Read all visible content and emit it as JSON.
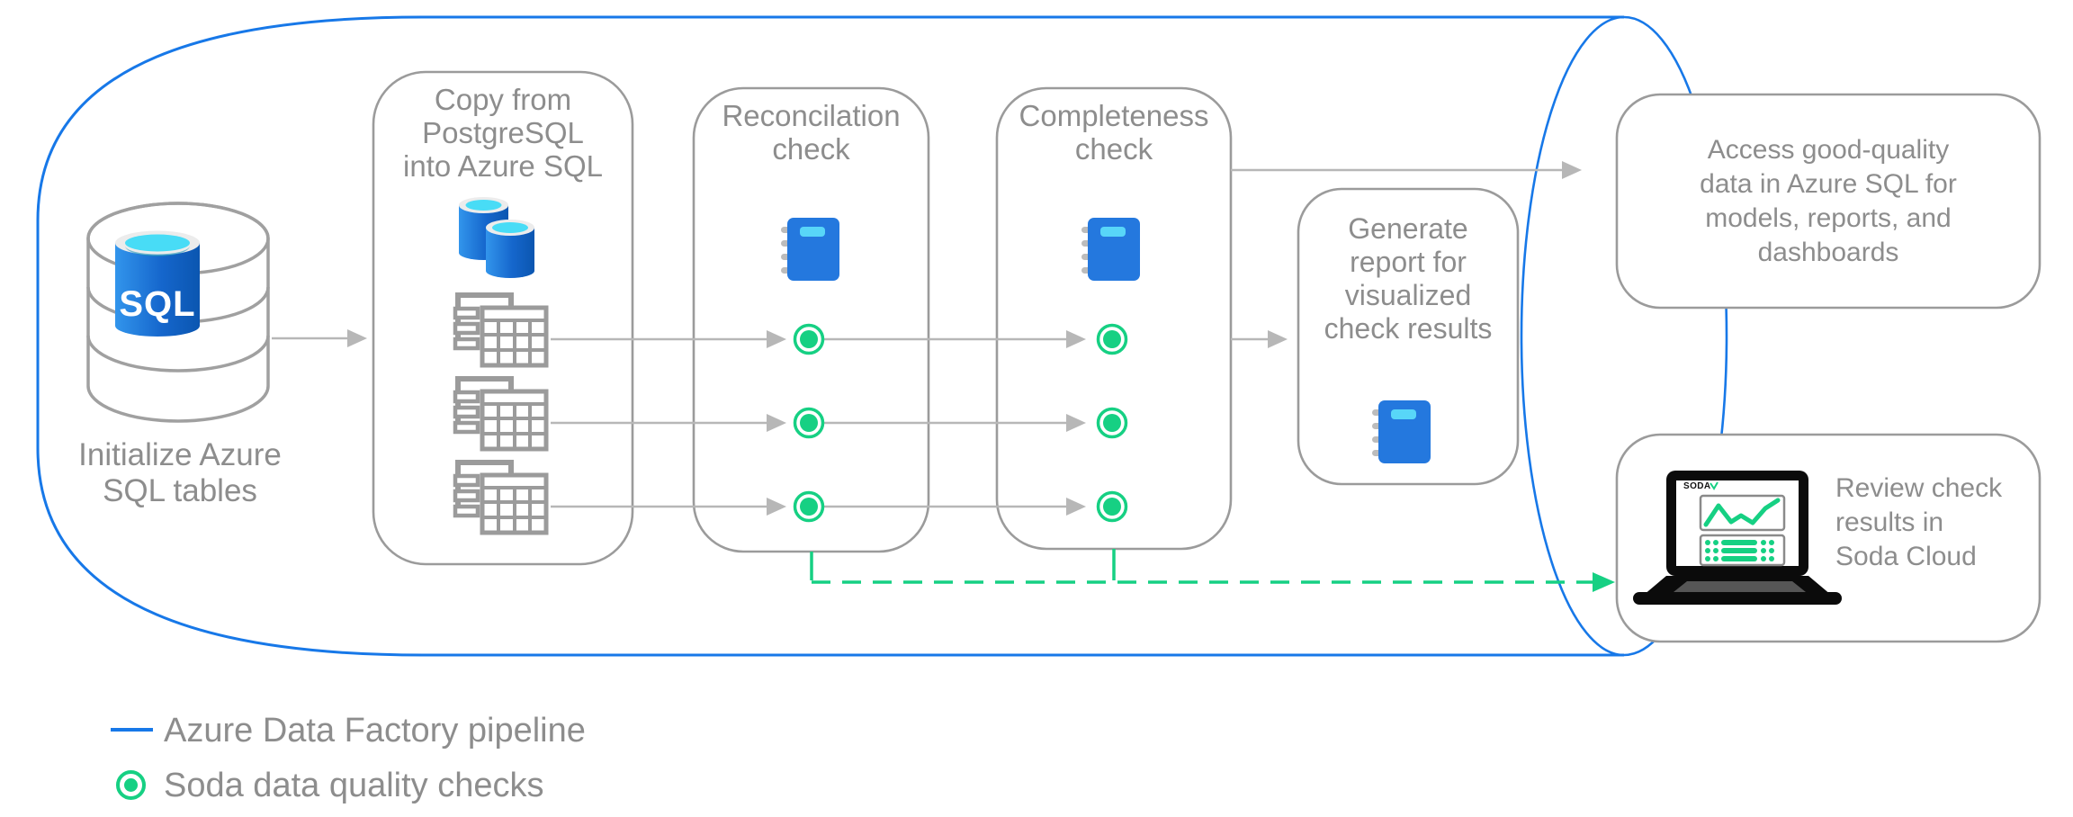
{
  "colors": {
    "pipeline_blue": "#1778e8",
    "soda_green": "#16d083",
    "box_border_gray": "#9b9b9b",
    "arrow_gray": "#b7b7b7",
    "icon_gray": "#9b9b9b",
    "text_gray": "#8d8d8d",
    "notebook_blue": "#2478de",
    "notebook_tab_cyan": "#58d6f8",
    "database_top_cyan": "#48dcf6",
    "laptop_black": "#0b0b0b",
    "laptop_key_gray": "#565656"
  },
  "nodes": {
    "source": {
      "caption": [
        "Initialize Azure",
        "SQL tables"
      ],
      "db_label": "SQL"
    },
    "copy": {
      "title": [
        "Copy from",
        "PostgreSQL",
        "into Azure SQL"
      ]
    },
    "reconciliation": {
      "title": [
        "Reconcilation",
        "check"
      ]
    },
    "completeness": {
      "title": [
        "Completeness",
        "check"
      ]
    },
    "generate": {
      "title": [
        "Generate",
        "report for",
        "visualized",
        "check results"
      ]
    },
    "access": {
      "text": [
        "Access good-quality",
        "data in Azure SQL for",
        "models, reports, and",
        "dashboards"
      ]
    },
    "review": {
      "text": [
        "Review check",
        "results in",
        "Soda Cloud"
      ],
      "laptop_logo": "SODA"
    }
  },
  "legend": {
    "items": [
      {
        "label": "Azure Data Factory pipeline",
        "swatch": "blue-line"
      },
      {
        "label": "Soda data quality checks",
        "swatch": "green-dot"
      }
    ]
  }
}
